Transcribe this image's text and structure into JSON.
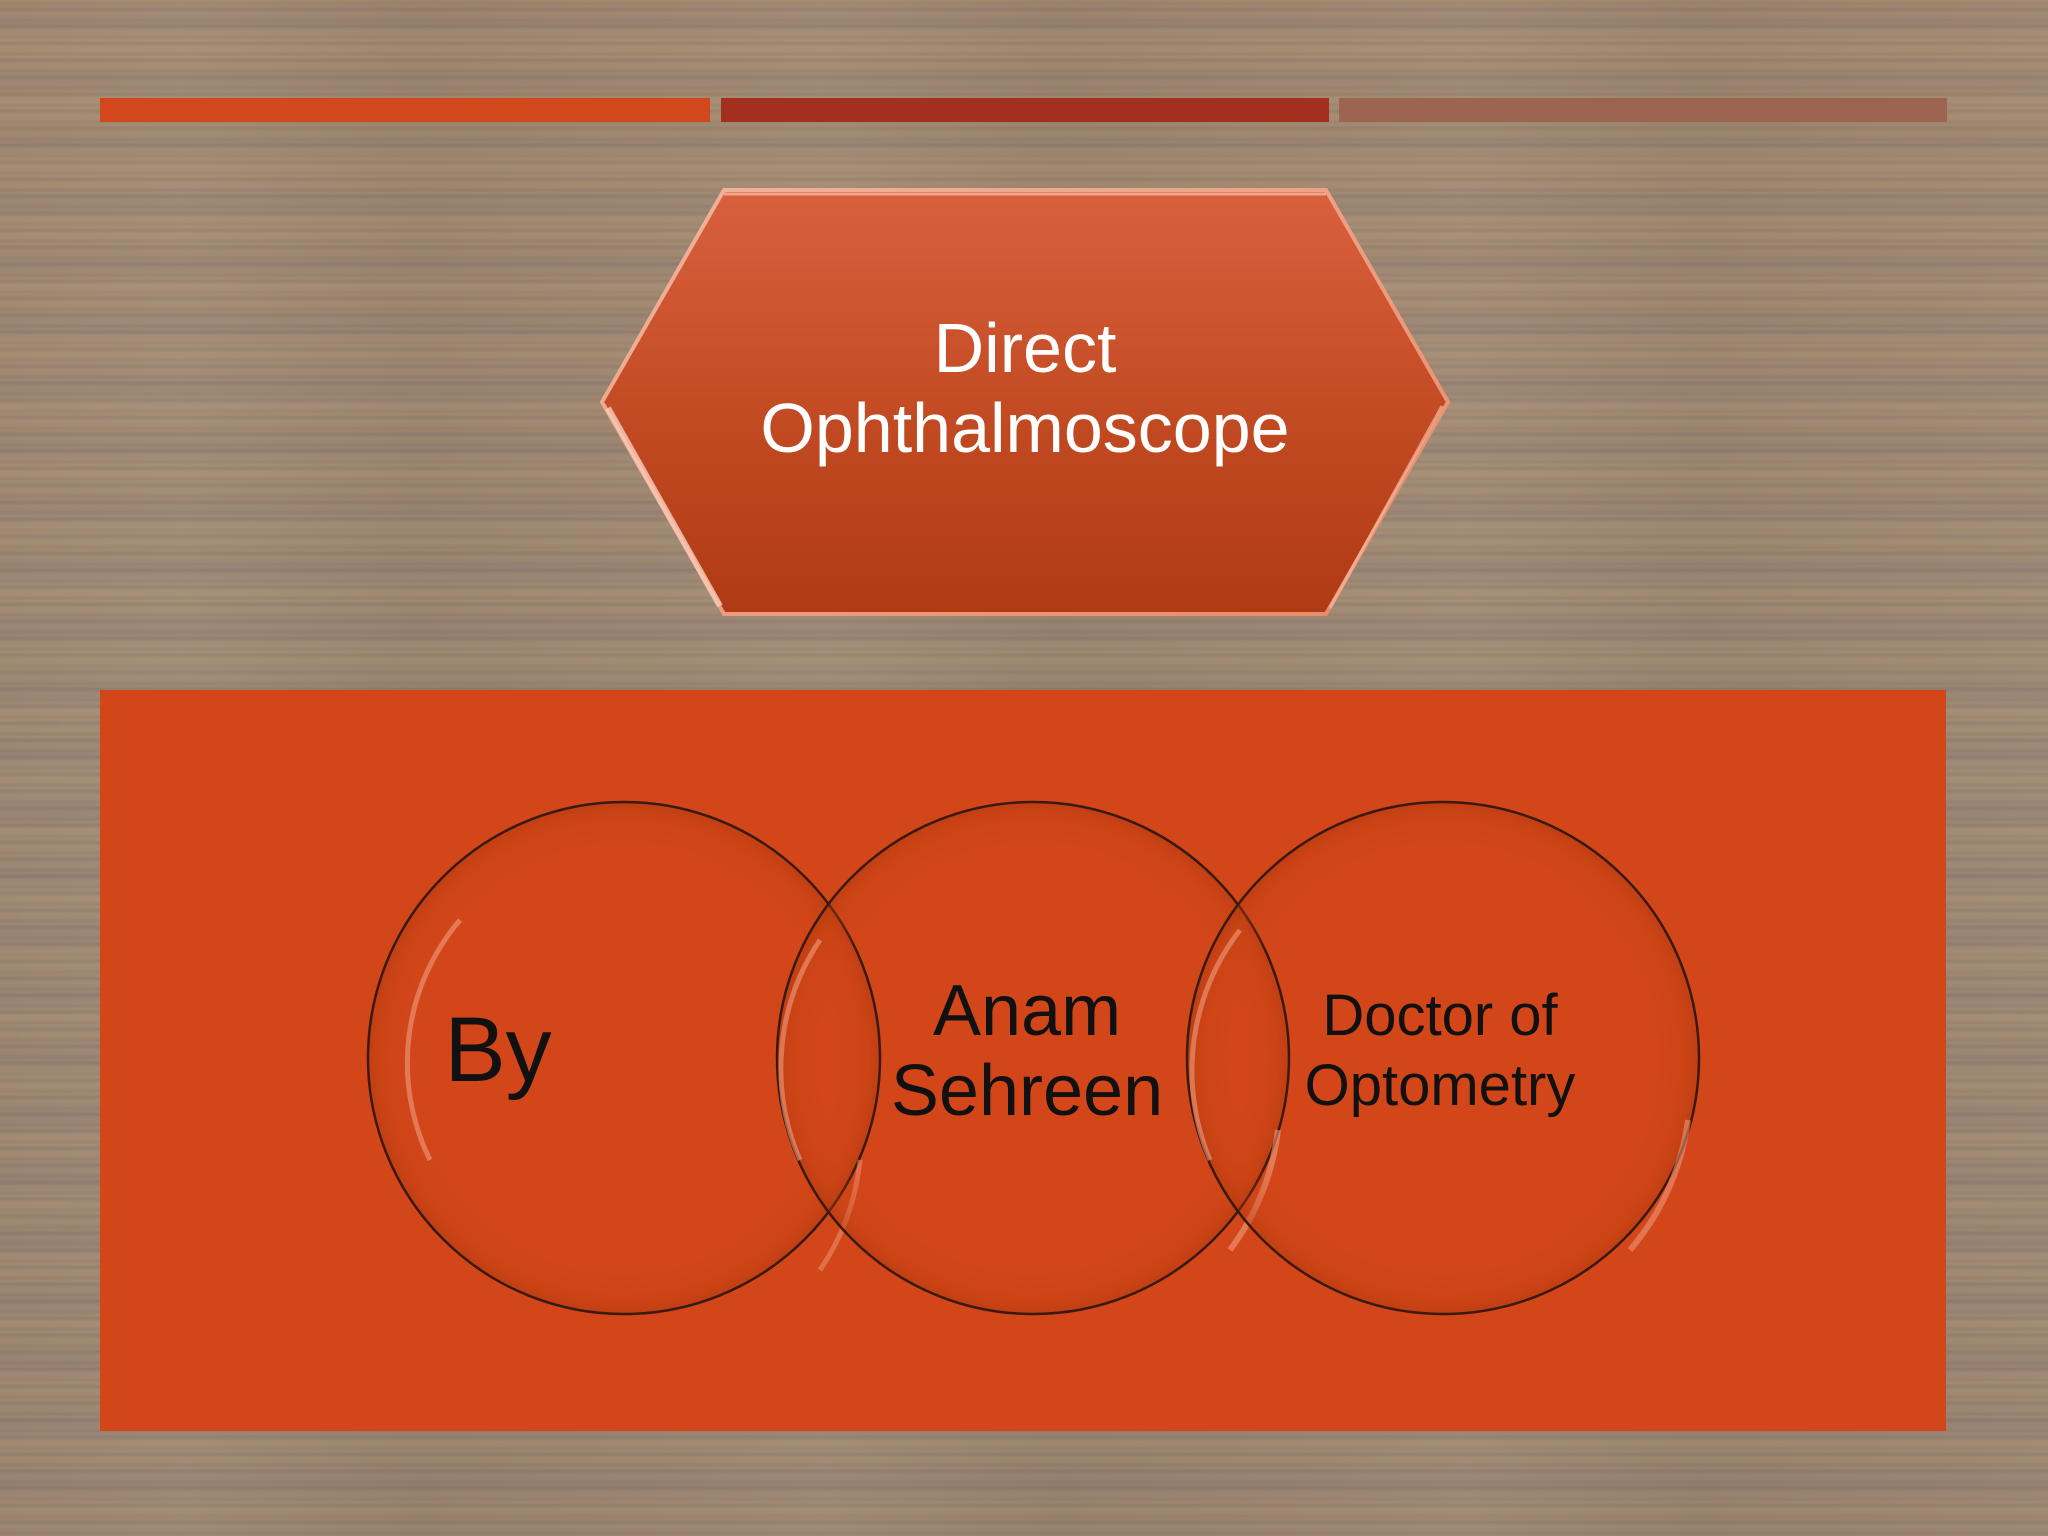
{
  "slide": {
    "title_lines": [
      "Direct",
      "Ophthalmoscope"
    ],
    "circles": [
      {
        "lines": [
          "By"
        ]
      },
      {
        "lines": [
          "Anam",
          "Sehreen"
        ]
      },
      {
        "lines": [
          "Doctor of",
          "Optometry"
        ]
      }
    ]
  },
  "colors": {
    "bar_1": "#d2481c",
    "bar_2": "#a3301f",
    "bar_3": "#9d6450",
    "panel": "#d24619",
    "title_text": "#ffffff",
    "circle_text": "#111111"
  }
}
